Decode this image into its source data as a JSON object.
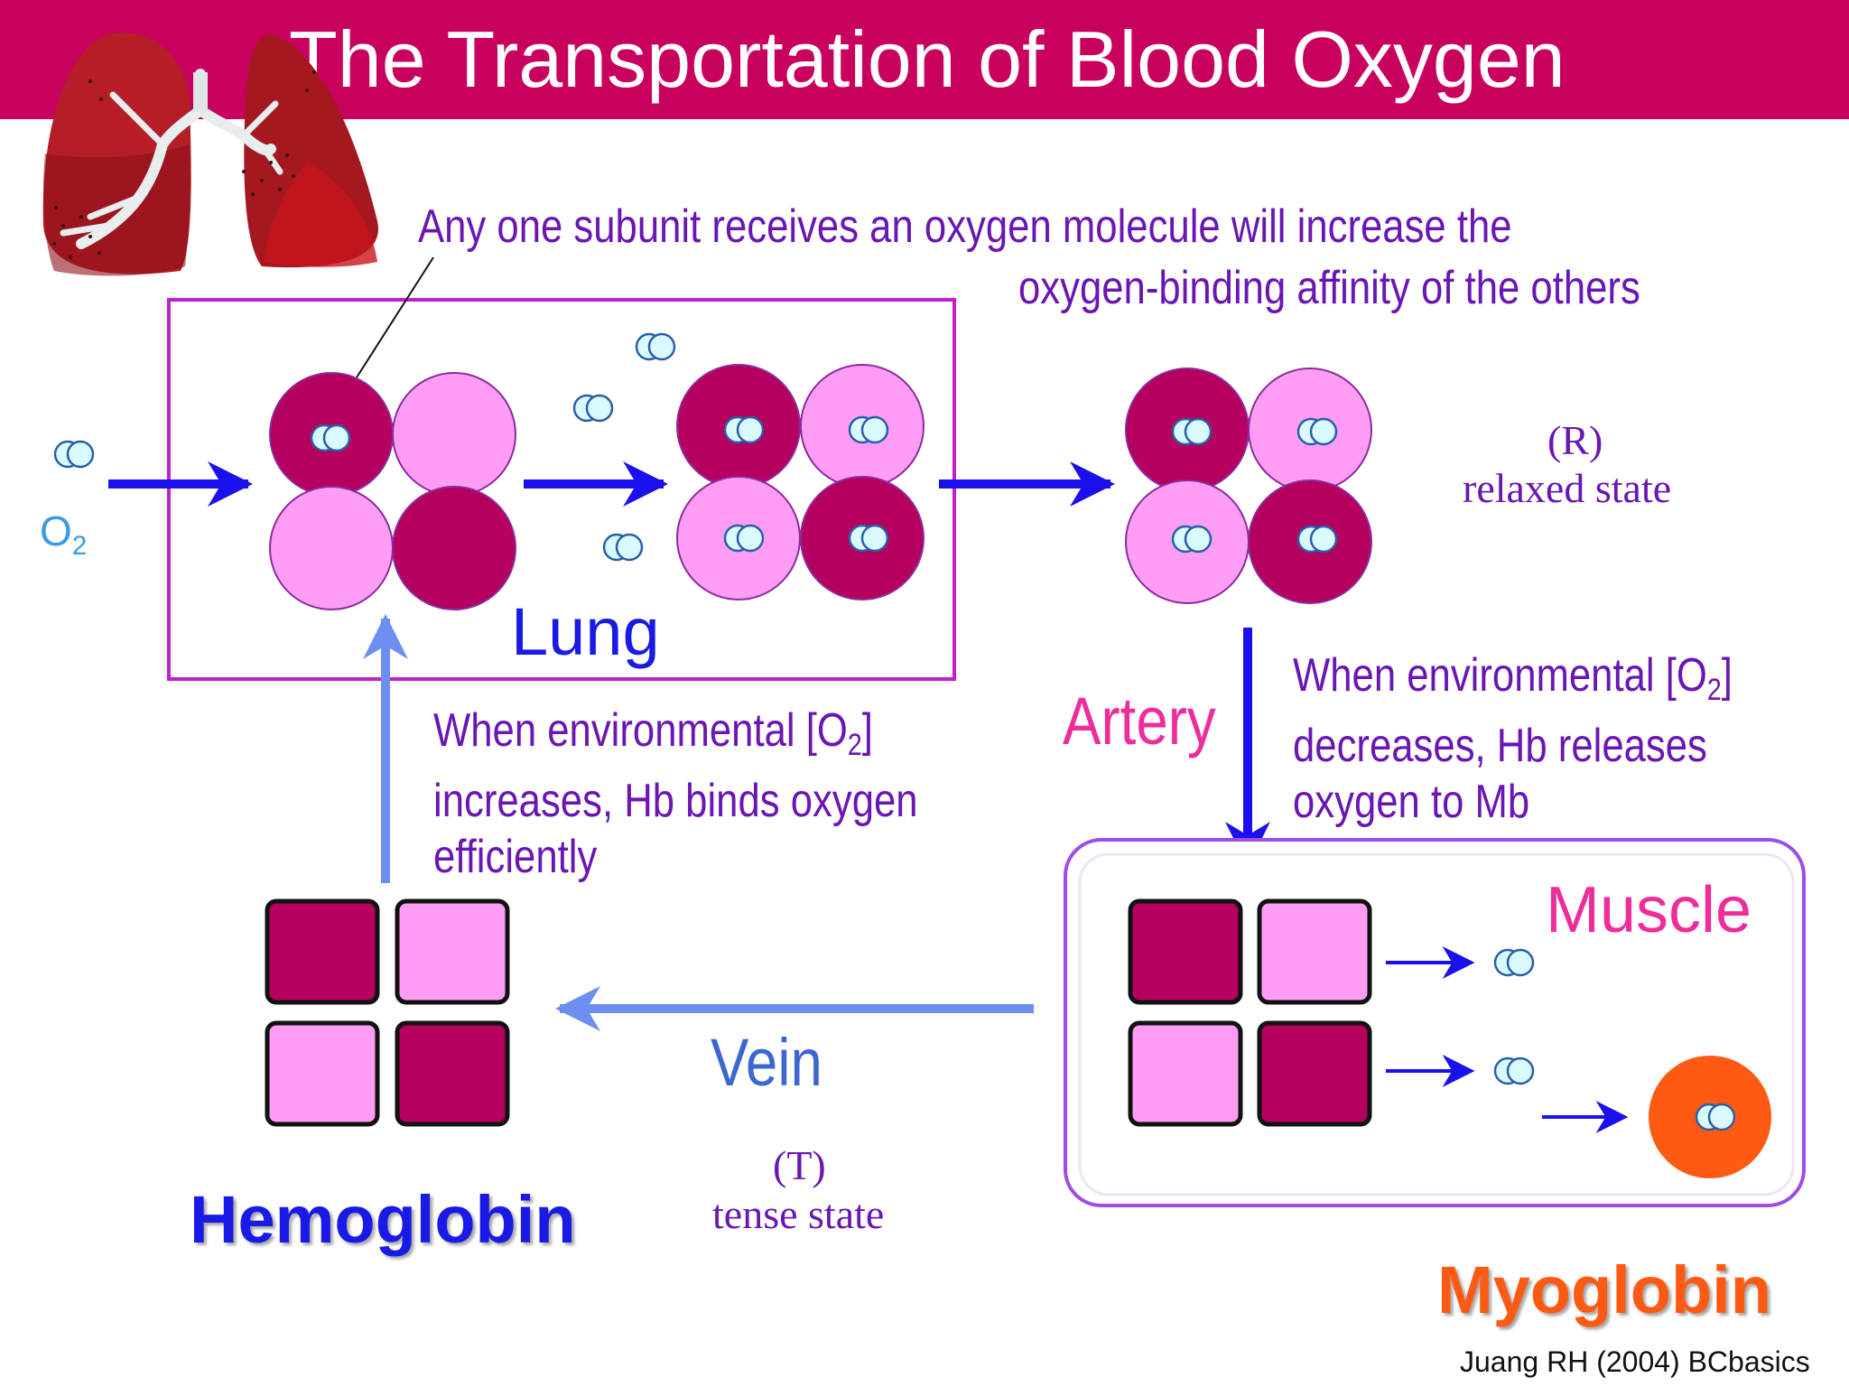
{
  "title": "The Transportation of Blood Oxygen",
  "annotation": {
    "line1": "Any one subunit receives an oxygen molecule will increase the",
    "line2": "oxygen-binding affinity of the others"
  },
  "labels": {
    "o2_main": "O",
    "o2_sub": "2",
    "lung": "Lung",
    "artery": "Artery",
    "vein": "Vein",
    "muscle": "Muscle",
    "hemoglobin": "Hemoglobin",
    "myoglobin": "Myoglobin"
  },
  "r_state": {
    "symbol": "(R)",
    "name": "relaxed state"
  },
  "t_state": {
    "symbol": "(T)",
    "name": "tense state"
  },
  "release_text": {
    "line1_pre": "When environmental [O",
    "sub": "2",
    "line1_post": "]",
    "line2": "decreases, Hb releases",
    "line3": "oxygen to Mb"
  },
  "bind_text": {
    "line1_pre": "When environmental [O",
    "sub": "2",
    "line1_post": "]",
    "line2": "increases, Hb binds oxygen",
    "line3": "efficiently"
  },
  "credit": "Juang RH (2004) BCbasics",
  "colors": {
    "banner": "#c8005e",
    "subunit_dark": "#b5005f",
    "subunit_light": "#ff9cf4",
    "arrow_dark_blue": "#1a10ee",
    "arrow_light_blue": "#6e8ff2",
    "lung_box": "#c020c8",
    "muscle_box": "#9c4ce8",
    "oxygen": "#d9fbfd",
    "myoglobin": "#ff5a14",
    "text_purple": "#6a16b4",
    "pink_label": "#ee2c9a",
    "vein_label": "#3c66d0",
    "hemoglobin_label": "#1a1ae6"
  }
}
